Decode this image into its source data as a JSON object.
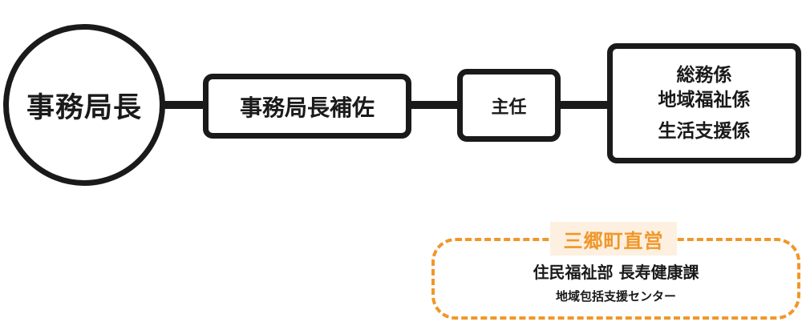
{
  "org_chart": {
    "director": "事務局長",
    "assistant_director": "事務局長補佐",
    "chief": "主任",
    "sections": [
      "総務係",
      "地域福祉係",
      "生活支援係"
    ]
  },
  "direct_operation": {
    "label": "三郷町直営",
    "department": "住民福祉部 長寿健康課",
    "center": "地域包括支援センター",
    "accent_color": "#f0972a"
  },
  "colors": {
    "line": "#1a1a1a",
    "label_bg": "#fdf0e0"
  }
}
